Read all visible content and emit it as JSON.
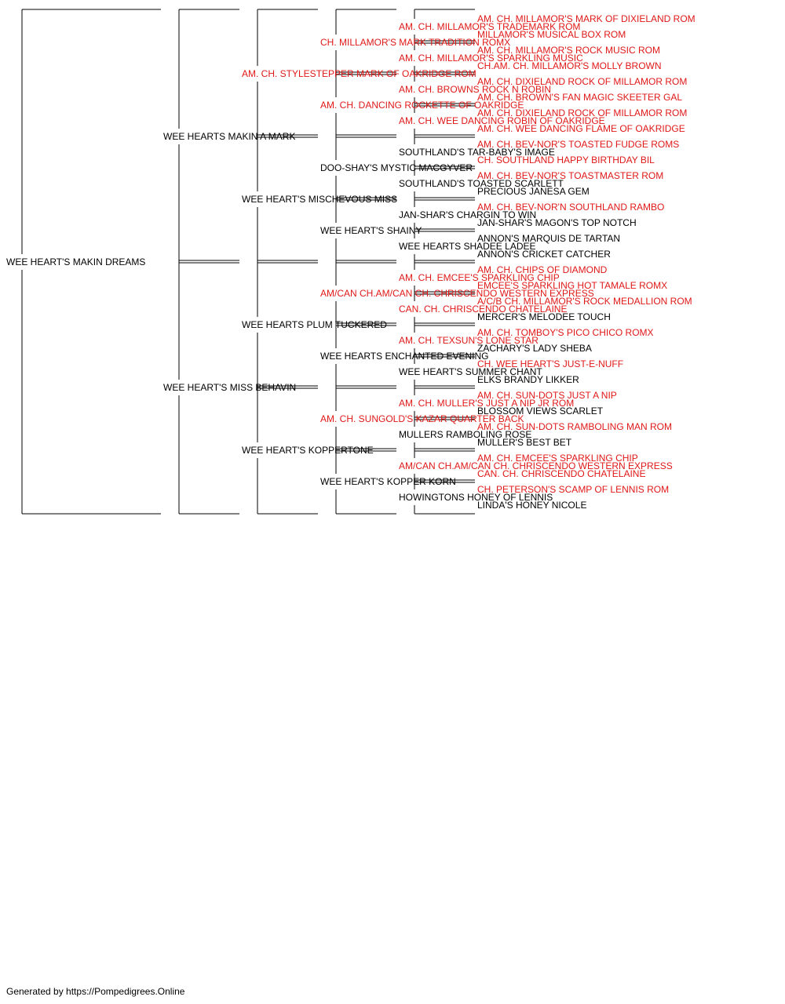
{
  "colors": {
    "champion": "#e01818",
    "normal": "#000000",
    "line": "#000000"
  },
  "footer": "Generated by https://Pompedigrees.Online",
  "pedigree": {
    "name": "WEE HEART'S MAKIN DREAMS",
    "champion": false,
    "sire": {
      "name": "WEE HEARTS MAKIN A MARK",
      "champion": false,
      "sire": {
        "name": "AM. CH. STYLESTEPPER MARK OF OAKRIDGE ROM",
        "champion": true,
        "sire": {
          "name": "CH. MILLAMOR'S MARK TRADITION ROMX",
          "champion": true,
          "sire": {
            "name": "AM. CH. MILLAMOR'S TRADEMARK ROM",
            "champion": true,
            "sire": {
              "name": "AM. CH. MILLAMOR'S MARK OF DIXIELAND ROM",
              "champion": true
            },
            "dam": {
              "name": "MILLAMOR'S MUSICAL BOX ROM",
              "champion": true
            }
          },
          "dam": {
            "name": "AM. CH. MILLAMOR'S SPARKLING MUSIC",
            "champion": true,
            "sire": {
              "name": "AM. CH. MILLAMOR'S ROCK MUSIC ROM",
              "champion": true
            },
            "dam": {
              "name": "CH.AM. CH. MILLAMOR'S MOLLY BROWN",
              "champion": true
            }
          }
        },
        "dam": {
          "name": "AM. CH. DANCING ROCKETTE OF OAKRIDGE",
          "champion": true,
          "sire": {
            "name": "AM. CH. BROWNS ROCK N ROBIN",
            "champion": true,
            "sire": {
              "name": "AM. CH. DIXIELAND ROCK OF MILLAMOR ROM",
              "champion": true
            },
            "dam": {
              "name": "AM. CH. BROWN'S FAN MAGIC SKEETER GAL",
              "champion": true
            }
          },
          "dam": {
            "name": "AM. CH. WEE DANCING ROBIN OF OAKRIDGE",
            "champion": true,
            "sire": {
              "name": "AM. CH. DIXIELAND ROCK OF MILLAMOR ROM",
              "champion": true
            },
            "dam": {
              "name": "AM. CH. WEE DANCING FLAME OF OAKRIDGE",
              "champion": true
            }
          }
        }
      },
      "dam": {
        "name": "WEE HEART'S MISCHEVOUS MISS",
        "champion": false,
        "sire": {
          "name": "DOO-SHAY'S MYSTIC MACGYVER",
          "champion": false,
          "sire": {
            "name": "SOUTHLAND'S TAR-BABY'S IMAGE",
            "champion": false,
            "sire": {
              "name": "AM. CH. BEV-NOR'S TOASTED FUDGE ROMS",
              "champion": true
            },
            "dam": {
              "name": "CH. SOUTHLAND HAPPY BIRTHDAY BIL",
              "champion": true
            }
          },
          "dam": {
            "name": "SOUTHLAND'S TOASTED SCARLETT",
            "champion": false,
            "sire": {
              "name": "AM. CH. BEV-NOR'S TOASTMASTER ROM",
              "champion": true
            },
            "dam": {
              "name": "PRECIOUS JANESA GEM",
              "champion": false
            }
          }
        },
        "dam": {
          "name": "WEE HEART'S SHAINY",
          "champion": false,
          "sire": {
            "name": "JAN-SHAR'S CHARGIN TO WIN",
            "champion": false,
            "sire": {
              "name": "AM. CH. BEV-NOR'N SOUTHLAND RAMBO",
              "champion": true
            },
            "dam": {
              "name": "JAN-SHAR'S MAGON'S TOP NOTCH",
              "champion": false
            }
          },
          "dam": {
            "name": "WEE HEARTS SHADEE LADEE",
            "champion": false,
            "sire": {
              "name": "ANNON'S MARQUIS DE TARTAN",
              "champion": false
            },
            "dam": {
              "name": "ANNON'S CRICKET CATCHER",
              "champion": false
            }
          }
        }
      }
    },
    "dam": {
      "name": "WEE HEART'S MISS BEHAVIN",
      "champion": false,
      "sire": {
        "name": "WEE HEARTS PLUM TUCKERED",
        "champion": false,
        "sire": {
          "name": "AM/CAN CH.AM/CAN CH. CHRISCENDO WESTERN EXPRESS",
          "champion": true,
          "sire": {
            "name": "AM. CH. EMCEE'S SPARKLING CHIP",
            "champion": true,
            "sire": {
              "name": "AM. CH. CHIPS OF DIAMOND",
              "champion": true
            },
            "dam": {
              "name": "EMCEE'S SPARKLING HOT TAMALE ROMX",
              "champion": true
            }
          },
          "dam": {
            "name": "CAN. CH. CHRISCENDO CHATELAINE",
            "champion": true,
            "sire": {
              "name": "A/C/B CH. MILLAMOR'S ROCK MEDALLION ROM",
              "champion": true
            },
            "dam": {
              "name": "MERCER'S MELODEE TOUCH",
              "champion": false
            }
          }
        },
        "dam": {
          "name": "WEE HEARTS ENCHANTED EVENING",
          "champion": false,
          "sire": {
            "name": "AM. CH. TEXSUN'S LONE STAR",
            "champion": true,
            "sire": {
              "name": "AM. CH. TOMBOY'S PICO CHICO ROMX",
              "champion": true
            },
            "dam": {
              "name": "ZACHARY'S LADY SHEBA",
              "champion": false
            }
          },
          "dam": {
            "name": "WEE HEART'S SUMMER CHANT",
            "champion": false,
            "sire": {
              "name": "CH. WEE HEART'S JUST-E-NUFF",
              "champion": true
            },
            "dam": {
              "name": "ELKS BRANDY LIKKER",
              "champion": false
            }
          }
        }
      },
      "dam": {
        "name": "WEE HEART'S KOPPERTONE",
        "champion": false,
        "sire": {
          "name": "AM. CH. SUNGOLD'S KAZAR QUARTER BACK",
          "champion": true,
          "sire": {
            "name": "AM. CH. MULLER'S JUST A NIP JR ROM",
            "champion": true,
            "sire": {
              "name": "AM. CH. SUN-DOTS JUST A NIP",
              "champion": true
            },
            "dam": {
              "name": "BLOSSOM VIEWS SCARLET",
              "champion": false
            }
          },
          "dam": {
            "name": "MULLERS RAMBOLING ROSE",
            "champion": false,
            "sire": {
              "name": "AM. CH. SUN-DOTS RAMBOLING MAN ROM",
              "champion": true
            },
            "dam": {
              "name": "MULLER'S BEST BET",
              "champion": false
            }
          }
        },
        "dam": {
          "name": "WEE HEART'S KOPPER KORN",
          "champion": false,
          "sire": {
            "name": "AM/CAN CH.AM/CAN CH. CHRISCENDO WESTERN EXPRESS",
            "champion": true,
            "sire": {
              "name": "AM. CH. EMCEE'S SPARKLING CHIP",
              "champion": true
            },
            "dam": {
              "name": "CAN. CH. CHRISCENDO CHATELAINE",
              "champion": true
            }
          },
          "dam": {
            "name": "HOWINGTONS HONEY OF LENNIS",
            "champion": false,
            "sire": {
              "name": "CH. PETERSON'S SCAMP OF LENNIS ROM",
              "champion": true
            },
            "dam": {
              "name": "LINDA'S HONEY NICOLE",
              "champion": false
            }
          }
        }
      }
    }
  }
}
